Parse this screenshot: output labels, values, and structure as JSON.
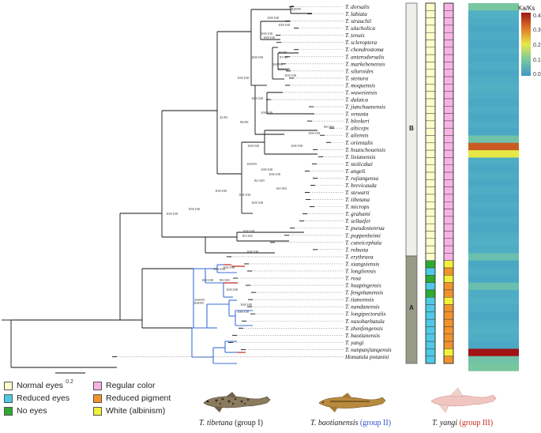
{
  "figure": {
    "colorbar": {
      "title": "Ka/Ks",
      "ticks": [
        "0.4",
        "0.3",
        "0.2",
        "0.1",
        "0.01"
      ]
    },
    "scale_label": "0.2",
    "clades": {
      "A": "A",
      "B": "B"
    },
    "taxa": [
      {
        "name": "T. dorsalis",
        "eye": "normal",
        "color": "regular",
        "kaks": 0.12
      },
      {
        "name": "T. labiata",
        "eye": "normal",
        "color": "regular",
        "kaks": 0.06
      },
      {
        "name": "T. strauchii",
        "eye": "normal",
        "color": "regular",
        "kaks": 0.05
      },
      {
        "name": "T. ulacholica",
        "eye": "normal",
        "color": "regular",
        "kaks": 0.04
      },
      {
        "name": "T. tenuis",
        "eye": "normal",
        "color": "regular",
        "kaks": 0.05
      },
      {
        "name": "T. scleroptera",
        "eye": "normal",
        "color": "regular",
        "kaks": 0.04
      },
      {
        "name": "T. chondrostoma",
        "eye": "normal",
        "color": "regular",
        "kaks": 0.05
      },
      {
        "name": "T. anterodorsalis",
        "eye": "normal",
        "color": "regular",
        "kaks": 0.04
      },
      {
        "name": "T. markehenensis",
        "eye": "normal",
        "color": "regular",
        "kaks": 0.05
      },
      {
        "name": "T. siluroides",
        "eye": "normal",
        "color": "regular",
        "kaks": 0.04
      },
      {
        "name": "T. stenura",
        "eye": "normal",
        "color": "regular",
        "kaks": 0.05
      },
      {
        "name": "T. moquensis",
        "eye": "normal",
        "color": "regular",
        "kaks": 0.06
      },
      {
        "name": "T. wuweiensis",
        "eye": "normal",
        "color": "regular",
        "kaks": 0.05
      },
      {
        "name": "T. dalaica",
        "eye": "normal",
        "color": "regular",
        "kaks": 0.04
      },
      {
        "name": "T. jianchuanensis",
        "eye": "normal",
        "color": "regular",
        "kaks": 0.05
      },
      {
        "name": "T. venusta",
        "eye": "normal",
        "color": "regular",
        "kaks": 0.04
      },
      {
        "name": "T. bleekeri",
        "eye": "normal",
        "color": "regular",
        "kaks": 0.05
      },
      {
        "name": "T. alticeps",
        "eye": "normal",
        "color": "regular",
        "kaks": 0.04
      },
      {
        "name": "T. aliensis",
        "eye": "normal",
        "color": "regular",
        "kaks": 0.11
      },
      {
        "name": "T. orientalis",
        "eye": "normal",
        "color": "regular",
        "kaks": 0.33
      },
      {
        "name": "T. hsutschouensis",
        "eye": "normal",
        "color": "regular",
        "kaks": 0.2
      },
      {
        "name": "T. lixianensis",
        "eye": "normal",
        "color": "regular",
        "kaks": 0.05
      },
      {
        "name": "T. stoliczkai",
        "eye": "normal",
        "color": "regular",
        "kaks": 0.04
      },
      {
        "name": "T. angeli",
        "eye": "normal",
        "color": "regular",
        "kaks": 0.05
      },
      {
        "name": "T. rujiangensa",
        "eye": "normal",
        "color": "regular",
        "kaks": 0.04
      },
      {
        "name": "T. brevicauda",
        "eye": "normal",
        "color": "regular",
        "kaks": 0.05
      },
      {
        "name": "T. stewarti",
        "eye": "normal",
        "color": "regular",
        "kaks": 0.04
      },
      {
        "name": "T. tibetana",
        "eye": "normal",
        "color": "regular",
        "kaks": 0.05
      },
      {
        "name": "T. microps",
        "eye": "normal",
        "color": "regular",
        "kaks": 0.04
      },
      {
        "name": "T. grahami",
        "eye": "normal",
        "color": "regular",
        "kaks": 0.05
      },
      {
        "name": "T. sellaefer",
        "eye": "normal",
        "color": "regular",
        "kaks": 0.04
      },
      {
        "name": "T. pseudostenrua",
        "eye": "normal",
        "color": "regular",
        "kaks": 0.05
      },
      {
        "name": "T. poppenheimi",
        "eye": "normal",
        "color": "regular",
        "kaks": 0.06
      },
      {
        "name": "T. cuneicephala",
        "eye": "normal",
        "color": "regular",
        "kaks": 0.05
      },
      {
        "name": "T. robusta",
        "eye": "normal",
        "color": "regular",
        "kaks": 0.1
      },
      {
        "name": "T. erythraea",
        "eye": "none",
        "color": "albinism",
        "kaks": 0.04
      },
      {
        "name": "T. xiangxiensis",
        "eye": "reduced",
        "color": "reduced",
        "kaks": 0.05
      },
      {
        "name": "T. longliensis",
        "eye": "none",
        "color": "albinism",
        "kaks": 0.04
      },
      {
        "name": "T. rosa",
        "eye": "reduced",
        "color": "reduced",
        "kaks": 0.1
      },
      {
        "name": "T. huapingensis",
        "eye": "none",
        "color": "reduced",
        "kaks": 0.05
      },
      {
        "name": "T. fengshanensis",
        "eye": "reduced",
        "color": "albinism",
        "kaks": 0.06
      },
      {
        "name": "T. tianeensis",
        "eye": "reduced",
        "color": "reduced",
        "kaks": 0.05
      },
      {
        "name": "T. nandanensis",
        "eye": "reduced",
        "color": "reduced",
        "kaks": 0.04
      },
      {
        "name": "T. longipectoralis",
        "eye": "reduced",
        "color": "reduced",
        "kaks": 0.05
      },
      {
        "name": "T. nasobarbatula",
        "eye": "reduced",
        "color": "reduced",
        "kaks": 0.06
      },
      {
        "name": "T. zhenfengensis",
        "eye": "reduced",
        "color": "reduced",
        "kaks": 0.05
      },
      {
        "name": "T. baotianensis",
        "eye": "reduced",
        "color": "reduced",
        "kaks": 0.04
      },
      {
        "name": "T. yangi",
        "eye": "reduced",
        "color": "albinism",
        "kaks": 0.4
      },
      {
        "name": "T. nanpanjiangensis",
        "eye": "reduced",
        "color": "reduced",
        "kaks": 0.11
      },
      {
        "name": "Homatula potanini",
        "eye": "",
        "color": "",
        "kaks": 0.12
      }
    ],
    "support_values": [
      "100/99",
      "100/100",
      "100/100",
      "100/100",
      "100/100",
      "100/100",
      "100/99",
      "87/99",
      "97/99",
      "100/100",
      "100/100",
      "100/100",
      "100/100",
      "100/100",
      "96/99",
      "42/65",
      "100/100",
      "99/100",
      "100/100",
      "100/100",
      "100/99",
      "100/100",
      "100/100",
      "82/100",
      "69/100",
      "100/100",
      "100/100",
      "100/100",
      "100/100",
      "100/100",
      "100/100",
      "85/100",
      "100/100",
      "100/100",
      "100/100",
      "100/100",
      "98/100",
      "100/100",
      "100/99",
      "100/99",
      "100/100",
      "100/100"
    ]
  },
  "legend": [
    {
      "label": "Normal eyes",
      "color": "#ffffcc"
    },
    {
      "label": "Reduced eyes",
      "color": "#4ec9e6"
    },
    {
      "label": "No eyes",
      "color": "#2eab2e"
    },
    {
      "label": "Regular color",
      "color": "#f6b3e4"
    },
    {
      "label": "Reduced pigment",
      "color": "#f0932d"
    },
    {
      "label": "White (albinism)",
      "color": "#f2f03a"
    }
  ],
  "captions": [
    {
      "name": "T. tibetana",
      "group": "(group I)",
      "group_color": "#222222"
    },
    {
      "name": "T. baotianensis",
      "group": "(group II)",
      "group_color": "#2f54c7"
    },
    {
      "name": "T. yangi",
      "group": "(group III)",
      "group_color": "#c02a1c"
    }
  ],
  "colors": {
    "blue_branch": "#3d6fd8",
    "red_branch": "#c02a1c"
  }
}
